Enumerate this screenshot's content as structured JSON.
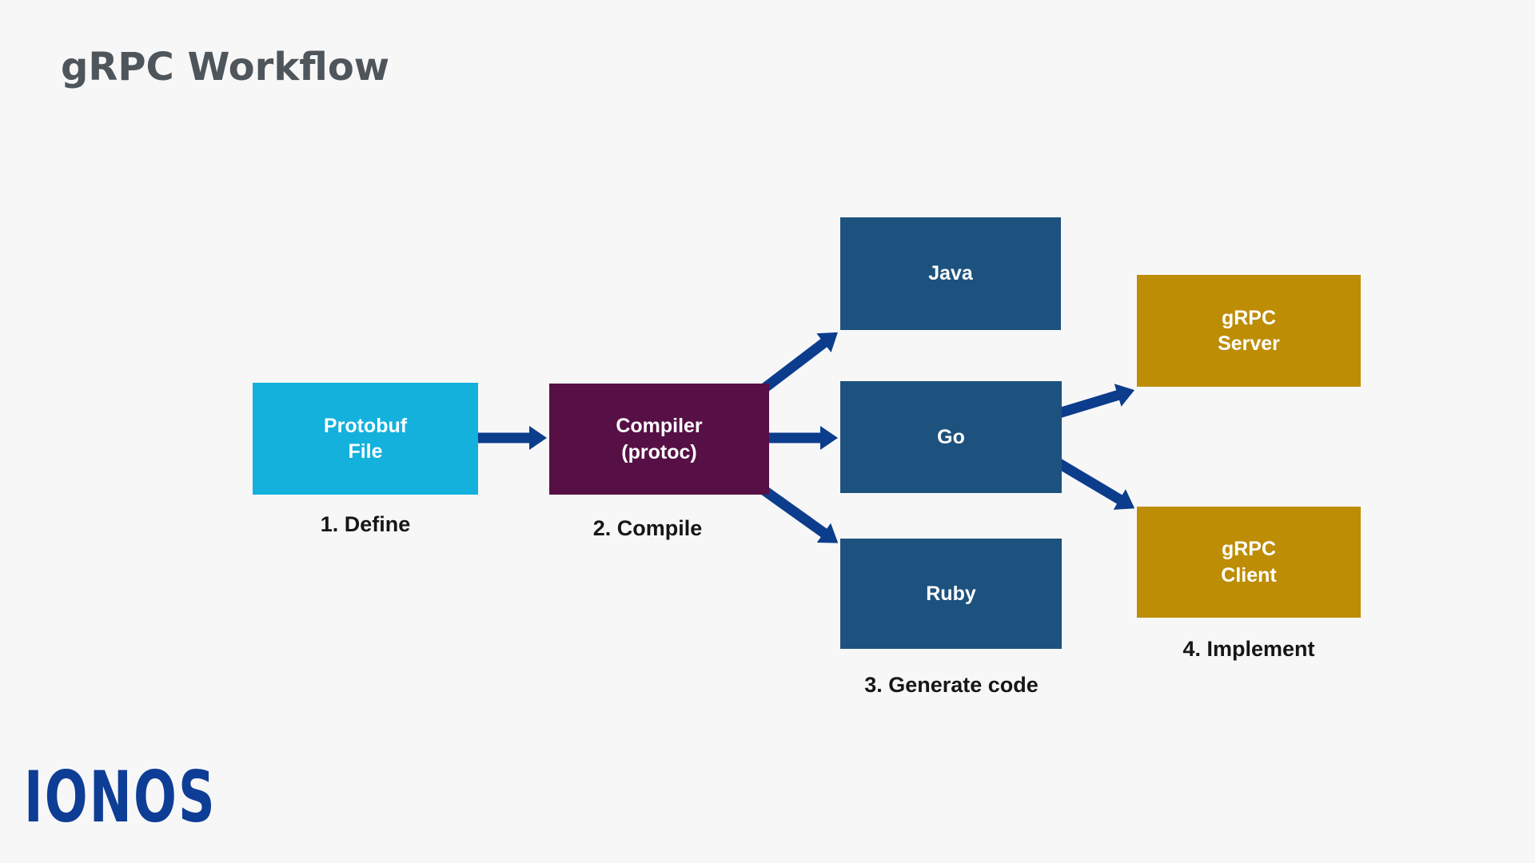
{
  "page": {
    "title": "gRPC Workflow",
    "background_color": "#f7f7f8",
    "title_color": "#4e555b"
  },
  "diagram": {
    "arrow_color": "#0c3d8c",
    "nodes": [
      {
        "id": "protobuf-file",
        "label": "Protobuf\nFile",
        "color": "#13b1dc"
      },
      {
        "id": "compiler",
        "label": "Compiler\n(protoc)",
        "color": "#561045"
      },
      {
        "id": "java",
        "label": "Java",
        "color": "#1d527e"
      },
      {
        "id": "go",
        "label": "Go",
        "color": "#1d527e"
      },
      {
        "id": "ruby",
        "label": "Ruby",
        "color": "#1d527e"
      },
      {
        "id": "grpc-server",
        "label": "gRPC\nServer",
        "color": "#bd8d06"
      },
      {
        "id": "grpc-client",
        "label": "gRPC\nClient",
        "color": "#bd8d06"
      }
    ],
    "steps": [
      {
        "label": "1. Define"
      },
      {
        "label": "2. Compile"
      },
      {
        "label": "3. Generate code"
      },
      {
        "label": "4. Implement"
      }
    ]
  },
  "logo": {
    "text": "IONOS",
    "color": "#0e3d96"
  }
}
